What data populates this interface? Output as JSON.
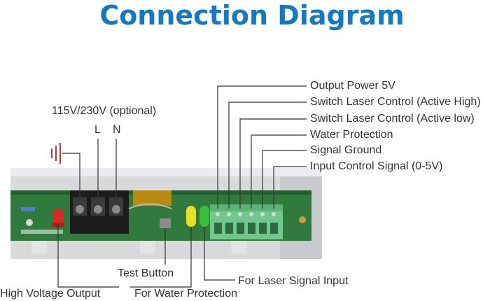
{
  "title": "Connection Diagram",
  "power": {
    "voltage_label": "115V/230V (optional)",
    "live_label": "L",
    "neutral_label": "N"
  },
  "callouts_right": [
    "Output Power 5V",
    "Switch Laser Control (Active High)",
    "Switch Laser Control (Active low)",
    "Water Protection",
    "Signal Ground",
    "Input Control Signal (0-5V)"
  ],
  "callouts_bottom": {
    "test_button": "Test Button",
    "high_voltage_output": "High Voltage Output",
    "water_protection": "For Water Protection",
    "laser_signal_input": "For Laser Signal Input"
  },
  "colors": {
    "title": "#1479c4",
    "pcb": "#2f7a3c",
    "terminal_green": "#6fc98c",
    "terminal_black": "#1c1c1c",
    "led_red": "#e02626",
    "led_yellow": "#e8e020",
    "led_green": "#3bbf3b",
    "ground_symbol": "#c0392b"
  }
}
